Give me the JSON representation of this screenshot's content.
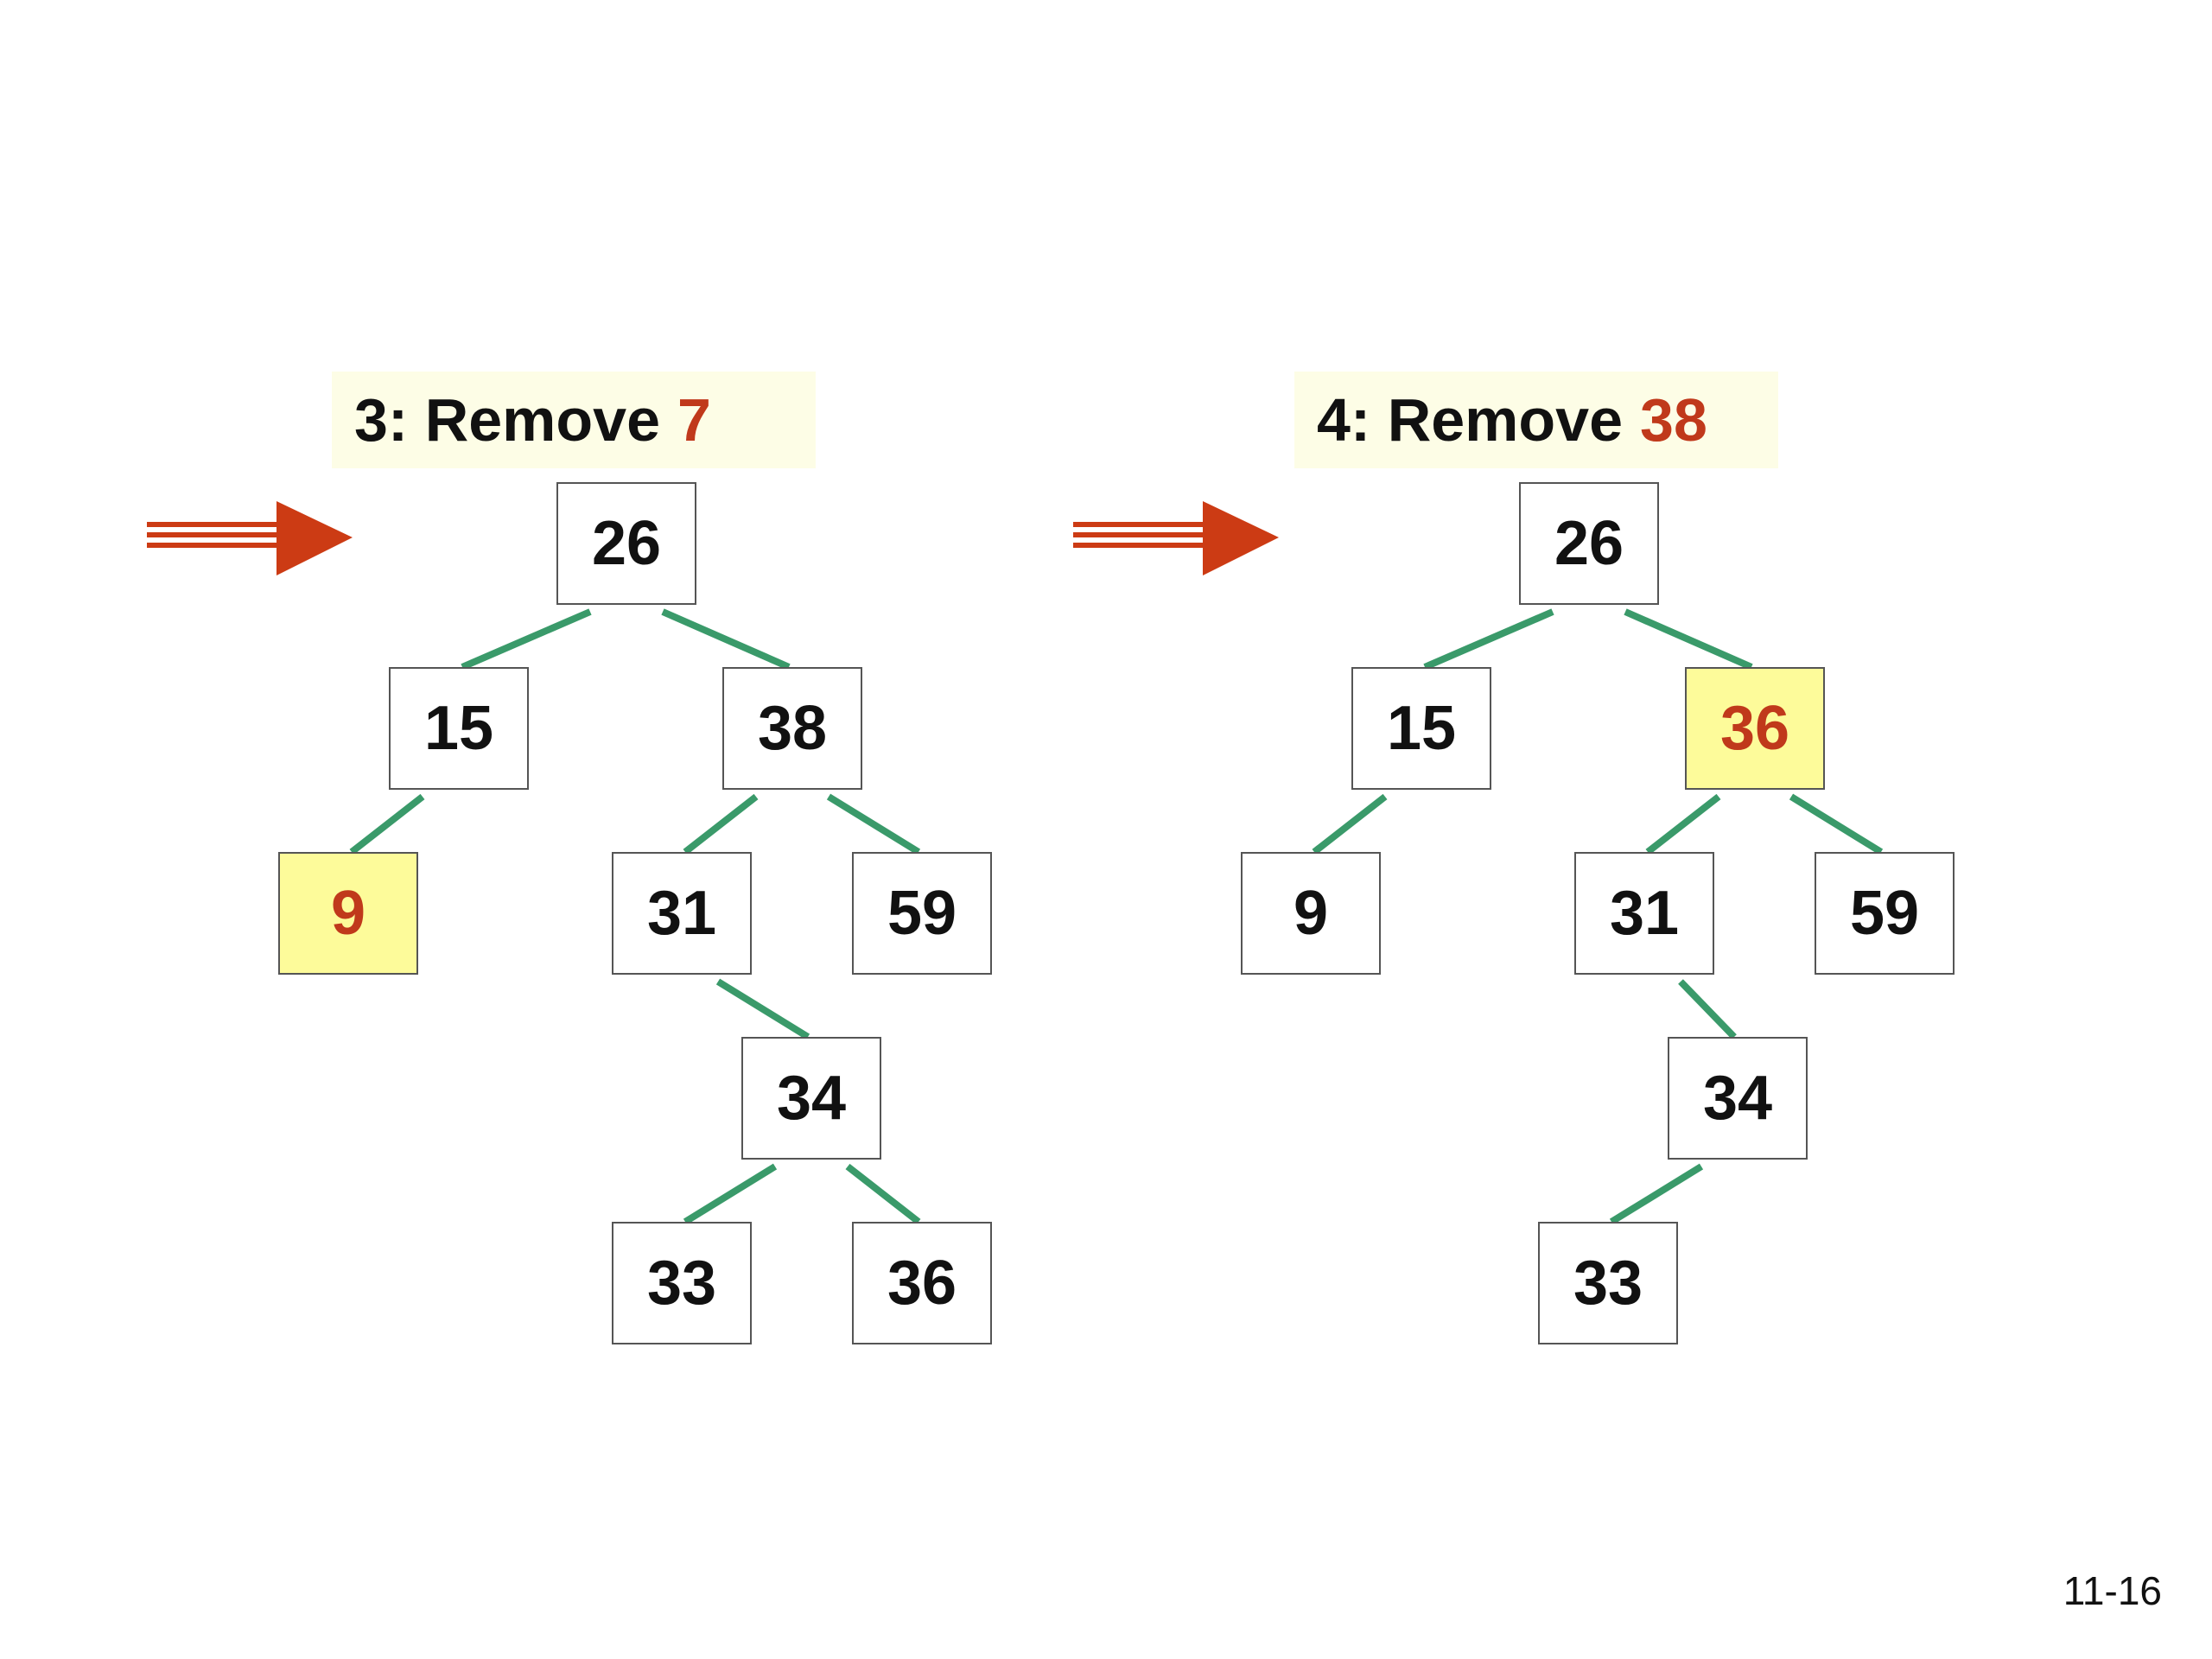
{
  "colors": {
    "edge": "#3a9a6a",
    "arrow": "#cc3b14",
    "highlight_fill": "#fdfb9a",
    "highlight_text": "#c0391b",
    "label_fill": "#fdfde6"
  },
  "panels": [
    {
      "title_prefix": "3: Remove",
      "title_value": "7",
      "nodes": [
        {
          "id": "p1-26",
          "value": "26",
          "highlight": false
        },
        {
          "id": "p1-15",
          "value": "15",
          "highlight": false
        },
        {
          "id": "p1-38",
          "value": "38",
          "highlight": false
        },
        {
          "id": "p1-9",
          "value": "9",
          "highlight": true
        },
        {
          "id": "p1-31",
          "value": "31",
          "highlight": false
        },
        {
          "id": "p1-59",
          "value": "59",
          "highlight": false
        },
        {
          "id": "p1-34",
          "value": "34",
          "highlight": false
        },
        {
          "id": "p1-33",
          "value": "33",
          "highlight": false
        },
        {
          "id": "p1-36",
          "value": "36",
          "highlight": false
        }
      ],
      "edges": [
        [
          "p1-26",
          "p1-15"
        ],
        [
          "p1-26",
          "p1-38"
        ],
        [
          "p1-15",
          "p1-9"
        ],
        [
          "p1-38",
          "p1-31"
        ],
        [
          "p1-38",
          "p1-59"
        ],
        [
          "p1-31",
          "p1-34"
        ],
        [
          "p1-34",
          "p1-33"
        ],
        [
          "p1-34",
          "p1-36"
        ]
      ]
    },
    {
      "title_prefix": "4: Remove",
      "title_value": "38",
      "nodes": [
        {
          "id": "p2-26",
          "value": "26",
          "highlight": false
        },
        {
          "id": "p2-15",
          "value": "15",
          "highlight": false
        },
        {
          "id": "p2-36",
          "value": "36",
          "highlight": true
        },
        {
          "id": "p2-9",
          "value": "9",
          "highlight": false
        },
        {
          "id": "p2-31",
          "value": "31",
          "highlight": false
        },
        {
          "id": "p2-59",
          "value": "59",
          "highlight": false
        },
        {
          "id": "p2-34",
          "value": "34",
          "highlight": false
        },
        {
          "id": "p2-33",
          "value": "33",
          "highlight": false
        }
      ],
      "edges": [
        [
          "p2-26",
          "p2-15"
        ],
        [
          "p2-26",
          "p2-36"
        ],
        [
          "p2-15",
          "p2-9"
        ],
        [
          "p2-36",
          "p2-31"
        ],
        [
          "p2-36",
          "p2-59"
        ],
        [
          "p2-31",
          "p2-34"
        ],
        [
          "p2-34",
          "p2-33"
        ]
      ]
    }
  ],
  "page_number": "11-16"
}
